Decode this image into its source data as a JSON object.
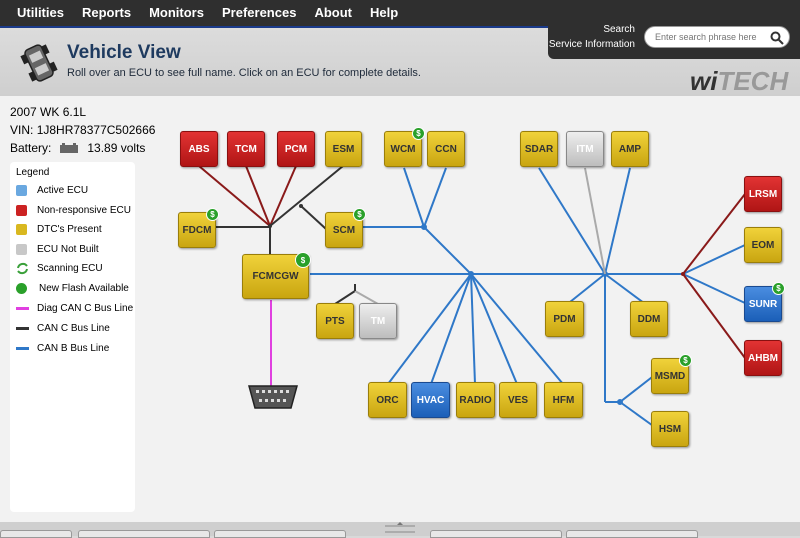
{
  "menu": [
    "Utilities",
    "Reports",
    "Monitors",
    "Preferences",
    "About",
    "Help"
  ],
  "header": {
    "title": "Vehicle View",
    "subtitle": "Roll over an ECU to see full name. Click on an ECU for complete details.",
    "logo_a": "wi",
    "logo_b": "TECH"
  },
  "search": {
    "label1": "Search",
    "label2": "Service Information",
    "placeholder": "Enter search phrase here"
  },
  "vehicle": {
    "model": "2007 WK 6.1L",
    "vin_label": "VIN:",
    "vin": "1J8HR78377C502666",
    "battery_label": "Battery:",
    "battery": "13.89 volts"
  },
  "legend": {
    "title": "Legend",
    "items": [
      "Active ECU",
      "Non-responsive ECU",
      "DTC's Present",
      "ECU Not Built",
      "Scanning ECU",
      "New Flash Available",
      "Diag CAN C Bus Line",
      "CAN C Bus Line",
      "CAN B Bus Line"
    ],
    "colors": {
      "active": "#6aa8e0",
      "nonresp": "#cc2222",
      "dtc": "#d9b820",
      "notbuilt": "#c8c8c8",
      "scanning": "#3aa03a",
      "flash": "#2aa02a",
      "diag": "#e040e0",
      "canc": "#333333",
      "canb": "#2f78c8"
    }
  },
  "ecus": {
    "abs": "ABS",
    "tcm": "TCM",
    "pcm": "PCM",
    "esm": "ESM",
    "wcm": "WCM",
    "ccn": "CCN",
    "sdar": "SDAR",
    "itm": "ITM",
    "amp": "AMP",
    "fdcm": "FDCM",
    "scm": "SCM",
    "fcmcgw": "FCMCGW",
    "pts": "PTS",
    "tm": "TM",
    "orc": "ORC",
    "hvac": "HVAC",
    "radio": "RADIO",
    "ves": "VES",
    "hfm": "HFM",
    "pdm": "PDM",
    "ddm": "DDM",
    "msmd": "MSMD",
    "hsm": "HSM",
    "lrsm": "LRSM",
    "eom": "EOM",
    "sunr": "SUNR",
    "ahbm": "AHBM"
  },
  "flash_icon": "$"
}
